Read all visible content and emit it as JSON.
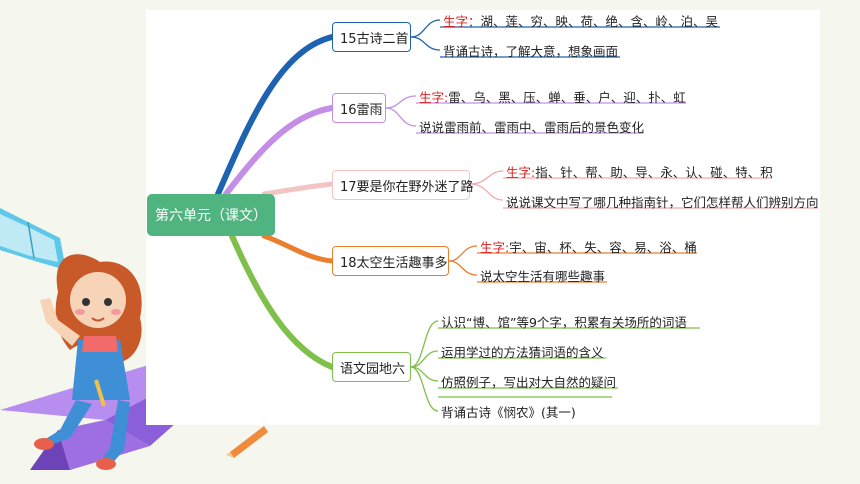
{
  "root": {
    "label": "第六单元（课文）"
  },
  "branches": [
    {
      "label": "15古诗二首",
      "color": "#1d63b2",
      "leaves": [
        {
          "tag": "生字",
          "sep": "：",
          "text": "湖、莲、穷、映、荷、绝、含、岭、泊、吴"
        },
        {
          "text": "背诵古诗，了解大意，想象画面"
        }
      ]
    },
    {
      "label": "16雷雨",
      "color": "#c48ee6",
      "leaves": [
        {
          "tag": "生字",
          "sep": ":",
          "text": "雷、乌、黑、压、蝉、垂、户、迎、扑、虹"
        },
        {
          "text": "说说雷雨前、雷雨中、雷雨后的景色变化"
        }
      ]
    },
    {
      "label": "17要是你在野外迷了路",
      "color": "#f3a9a9",
      "leaves": [
        {
          "tag": "生字",
          "sep": ":",
          "text": "指、针、帮、助、导、永、认、碰、特、积"
        },
        {
          "text": "说说课文中写了哪几种指南针，它们怎样帮人们辨别方向"
        }
      ]
    },
    {
      "label": "18太空生活趣事多",
      "color": "#ea7d2e",
      "leaves": [
        {
          "tag": "生字",
          "sep": ":",
          "text": "宇、宙、杯、失、容、易、浴、桶"
        },
        {
          "text": "说太空生活有哪些趣事"
        }
      ]
    },
    {
      "label": "语文园地六",
      "color": "#7ec04a",
      "leaves": [
        {
          "text": "认识“博、馆”等9个字，积累有关场所的词语"
        },
        {
          "text": "运用学过的方法猜词语的含义"
        },
        {
          "text": "仿照例子，写出对大自然的疑问"
        },
        {
          "text": "背诵古诗《悯农》(其一)"
        }
      ]
    }
  ],
  "colors": {
    "root_fill": "#4fb47f",
    "tag": "#e02020"
  }
}
